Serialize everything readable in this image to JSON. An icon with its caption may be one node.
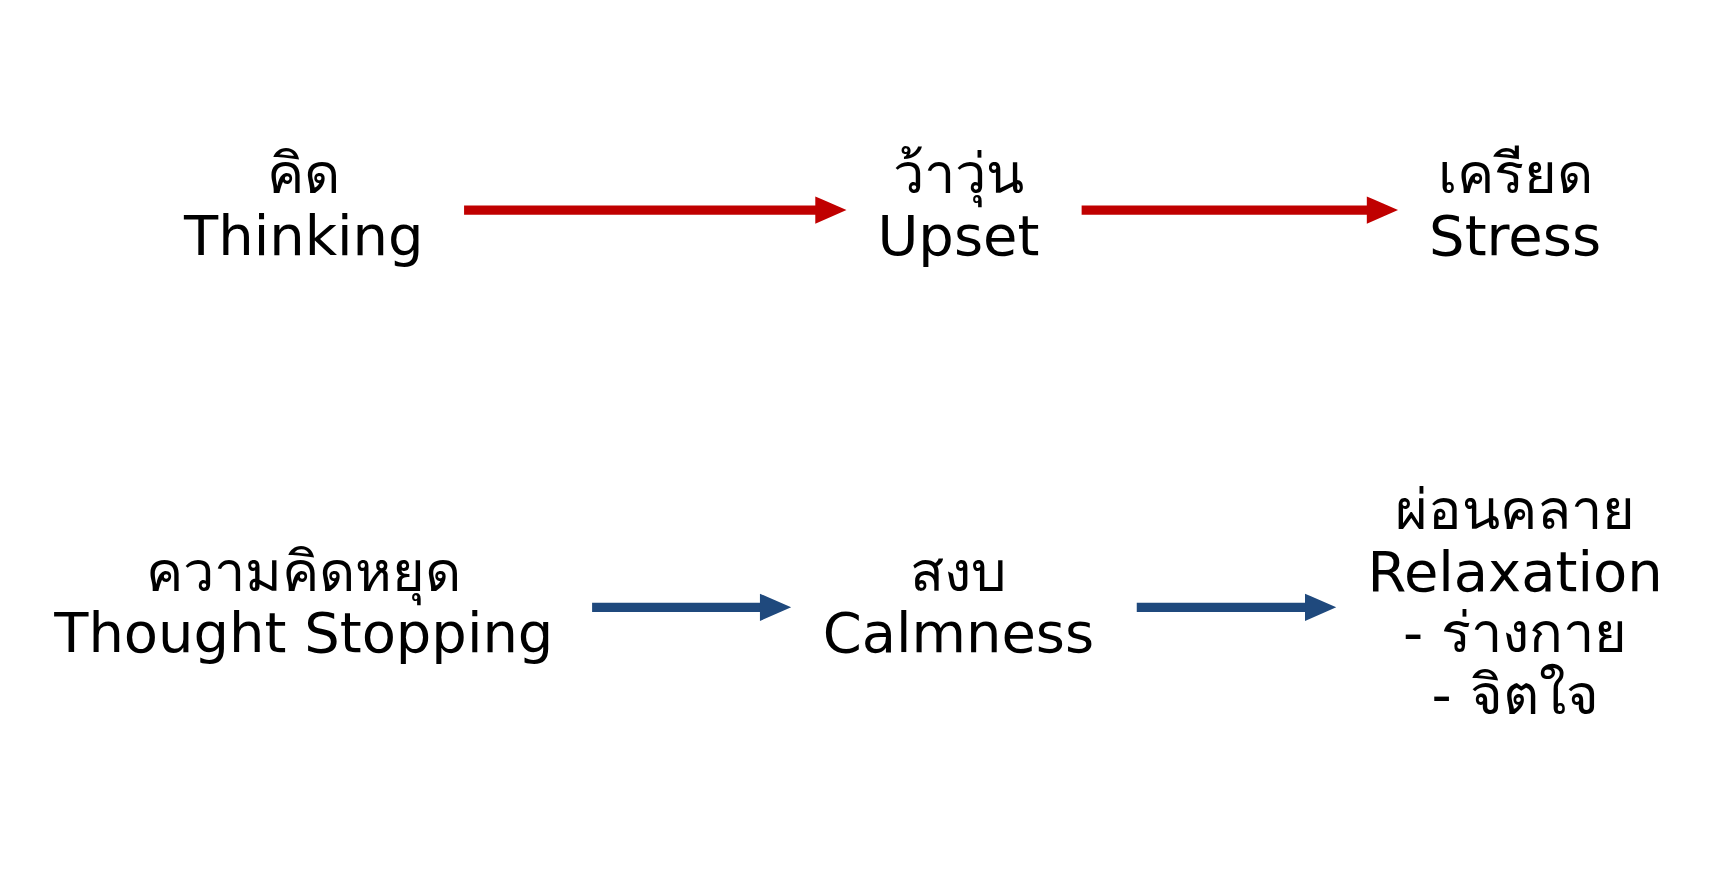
{
  "diagram": {
    "nodes": [
      {
        "text": [
          "คิด",
          "Thinking"
        ]
      },
      {
        "text": [
          "ว้าวุ่น",
          "Upset"
        ]
      },
      {
        "text": [
          "เครียด",
          "Stress"
        ]
      },
      {
        "text": [
          "ความคิดหยุด",
          "Thought Stopping"
        ]
      },
      {
        "text": [
          "สงบ",
          "Calmness"
        ]
      },
      {
        "text": [
          "ผ่อนคลาย",
          "Relaxation",
          "- ร่างกาย",
          "- จิตใจ"
        ]
      }
    ],
    "edges": [
      {
        "from": 0,
        "to": 1,
        "arrow": "to",
        "color": "#c00000"
      },
      {
        "from": 1,
        "to": 2,
        "arrow": "to",
        "color": "#c00000"
      },
      {
        "from": 3,
        "to": 4,
        "arrow": "to",
        "color": "#1f497d"
      },
      {
        "from": 4,
        "to": 5,
        "arrow": "to",
        "color": "#1f497d"
      }
    ]
  }
}
